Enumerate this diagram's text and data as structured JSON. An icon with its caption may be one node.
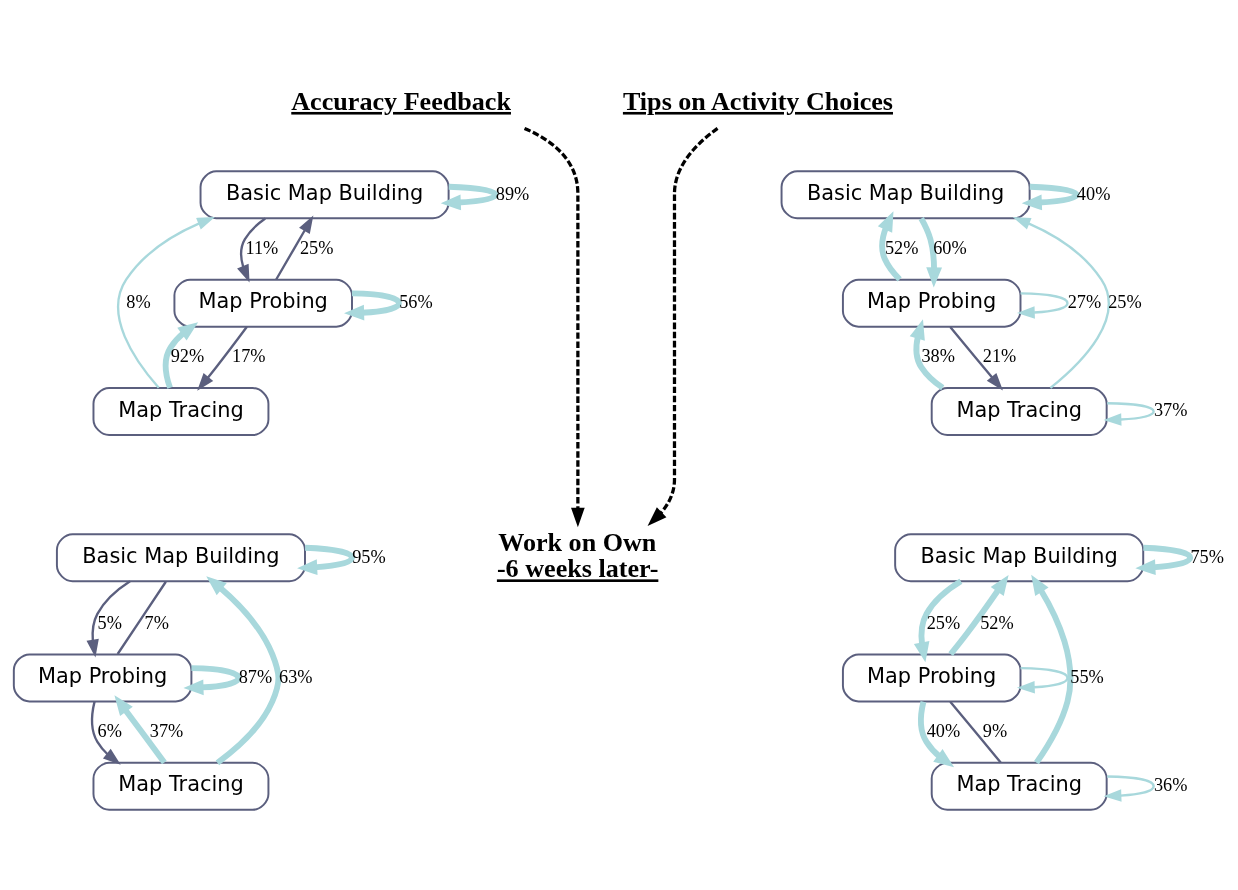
{
  "diagram": {
    "nodes": [
      {
        "text": [
          "Accuracy Feedback"
        ]
      },
      {
        "text": [
          "Tips on Activity Choices"
        ]
      },
      {
        "text": [
          "Work on Own",
          "-6 weeks later-"
        ]
      },
      {
        "text": [
          "Basic Map Building"
        ]
      },
      {
        "text": [
          "Map Probing"
        ]
      },
      {
        "text": [
          "Map Tracing"
        ]
      },
      {
        "text": [
          "Basic Map Building"
        ]
      },
      {
        "text": [
          "Map Probing"
        ]
      },
      {
        "text": [
          "Map Tracing"
        ]
      },
      {
        "text": [
          "Basic Map Building"
        ]
      },
      {
        "text": [
          "Map Probing"
        ]
      },
      {
        "text": [
          "Map Tracing"
        ]
      },
      {
        "text": [
          "Basic Map Building"
        ]
      },
      {
        "text": [
          "Map Probing"
        ]
      },
      {
        "text": [
          "Map Tracing"
        ]
      }
    ],
    "edges": [
      {
        "from": 0,
        "to": 2,
        "arrow": "to",
        "style": "dashed",
        "color": "#000000"
      },
      {
        "from": 1,
        "to": 2,
        "arrow": "to",
        "style": "dashed",
        "color": "#000000"
      },
      {
        "from": 3,
        "to": 3,
        "arrow": "to",
        "label": "89%",
        "style": "thick",
        "color": "#a8d8dc"
      },
      {
        "from": 3,
        "to": 4,
        "arrow": "to",
        "label": "11%",
        "color": "#5b5f7e"
      },
      {
        "from": 4,
        "to": 3,
        "arrow": "to",
        "label": "25%",
        "color": "#5b5f7e"
      },
      {
        "from": 4,
        "to": 4,
        "arrow": "to",
        "label": "56%",
        "style": "thick",
        "color": "#a8d8dc"
      },
      {
        "from": 4,
        "to": 5,
        "arrow": "to",
        "label": "17%",
        "color": "#5b5f7e"
      },
      {
        "from": 5,
        "to": 4,
        "arrow": "to",
        "label": "92%",
        "style": "thick",
        "color": "#a8d8dc"
      },
      {
        "from": 5,
        "to": 3,
        "arrow": "to",
        "label": "8%",
        "color": "#a8d8dc"
      },
      {
        "from": 6,
        "to": 6,
        "arrow": "to",
        "label": "40%",
        "style": "thick",
        "color": "#a8d8dc"
      },
      {
        "from": 6,
        "to": 7,
        "arrow": "to",
        "label": "60%",
        "style": "thick",
        "color": "#a8d8dc"
      },
      {
        "from": 7,
        "to": 6,
        "arrow": "to",
        "label": "52%",
        "style": "thick",
        "color": "#a8d8dc"
      },
      {
        "from": 7,
        "to": 7,
        "arrow": "to",
        "label": "27%",
        "color": "#a8d8dc"
      },
      {
        "from": 7,
        "to": 8,
        "arrow": "to",
        "label": "21%",
        "color": "#5b5f7e"
      },
      {
        "from": 8,
        "to": 7,
        "arrow": "to",
        "label": "38%",
        "style": "thick",
        "color": "#a8d8dc"
      },
      {
        "from": 8,
        "to": 6,
        "arrow": "to",
        "label": "25%",
        "color": "#a8d8dc"
      },
      {
        "from": 8,
        "to": 8,
        "arrow": "to",
        "label": "37%",
        "color": "#a8d8dc"
      },
      {
        "from": 9,
        "to": 9,
        "arrow": "to",
        "label": "95%",
        "style": "thick",
        "color": "#a8d8dc"
      },
      {
        "from": 9,
        "to": 10,
        "arrow": "to",
        "label": "5%",
        "color": "#5b5f7e"
      },
      {
        "from": 10,
        "to": 9,
        "arrow": "none",
        "label": "7%",
        "color": "#5b5f7e"
      },
      {
        "from": 10,
        "to": 10,
        "arrow": "to",
        "label": "87%",
        "style": "thick",
        "color": "#a8d8dc"
      },
      {
        "from": 10,
        "to": 11,
        "arrow": "to",
        "label": "6%",
        "color": "#5b5f7e"
      },
      {
        "from": 11,
        "to": 10,
        "arrow": "to",
        "label": "37%",
        "style": "thick",
        "color": "#a8d8dc"
      },
      {
        "from": 11,
        "to": 9,
        "arrow": "to",
        "label": "63%",
        "style": "thick",
        "color": "#a8d8dc"
      },
      {
        "from": 12,
        "to": 12,
        "arrow": "to",
        "label": "75%",
        "style": "thick",
        "color": "#a8d8dc"
      },
      {
        "from": 12,
        "to": 13,
        "arrow": "to",
        "label": "25%",
        "style": "thick",
        "color": "#a8d8dc"
      },
      {
        "from": 13,
        "to": 12,
        "arrow": "to",
        "label": "52%",
        "style": "thick",
        "color": "#a8d8dc"
      },
      {
        "from": 13,
        "to": 13,
        "arrow": "to",
        "color": "#a8d8dc"
      },
      {
        "from": 13,
        "to": 14,
        "arrow": "to",
        "label": "40%",
        "style": "thick",
        "color": "#a8d8dc"
      },
      {
        "from": 14,
        "to": 13,
        "arrow": "none",
        "label": "9%",
        "color": "#5b5f7e"
      },
      {
        "from": 14,
        "to": 12,
        "arrow": "to",
        "label": "55%",
        "style": "thick",
        "color": "#a8d8dc"
      },
      {
        "from": 14,
        "to": 14,
        "arrow": "to",
        "label": "36%",
        "color": "#a8d8dc"
      }
    ]
  }
}
